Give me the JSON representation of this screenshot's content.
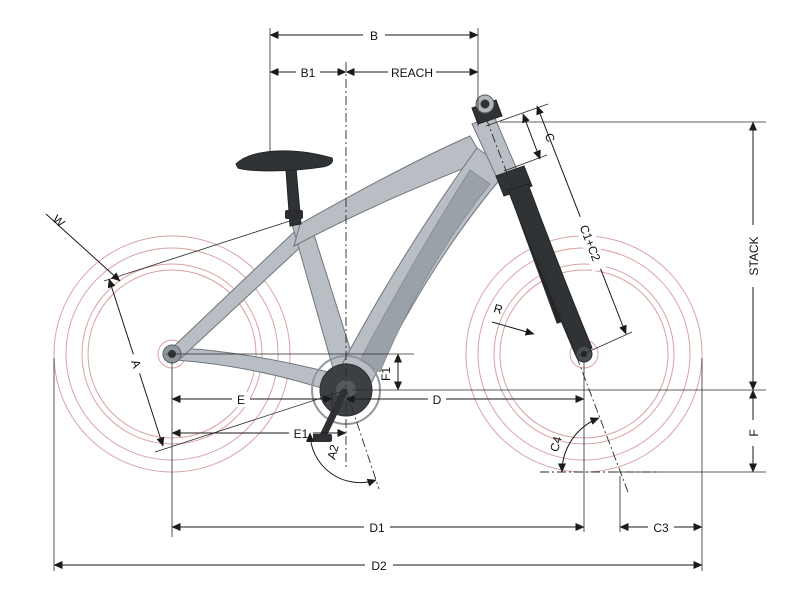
{
  "diagram": {
    "labels": {
      "b": "B",
      "b1": "B1",
      "reach": "REACH",
      "c": "C",
      "c1c2": "C1+C2",
      "r": "R",
      "w": "W",
      "stack": "STACK",
      "a": "A",
      "a2": "A2",
      "e": "E",
      "e1": "E1",
      "f": "F",
      "f1": "F1",
      "d": "D",
      "d1": "D1",
      "d2": "D2",
      "c3": "C3",
      "c4": "C4"
    },
    "colors": {
      "dimension_lines": "#1a1a1a",
      "wheel_outline": "#d8a3a3",
      "frame_light": "#b8bec4",
      "frame_dark": "#303336",
      "background": "#ffffff"
    }
  }
}
